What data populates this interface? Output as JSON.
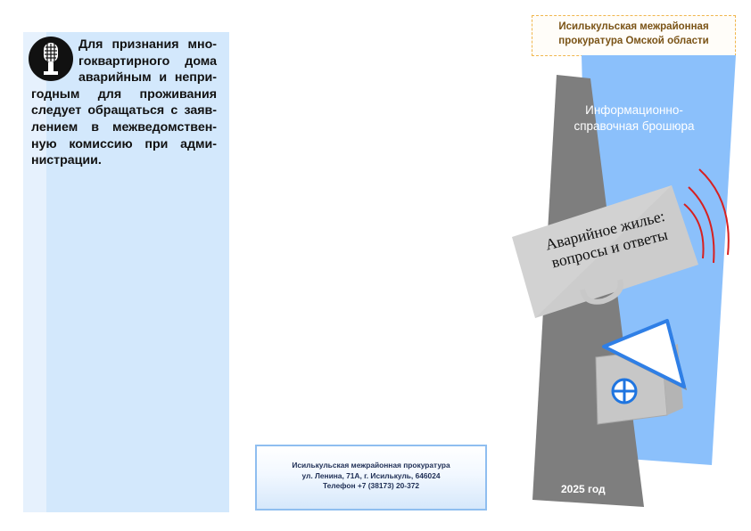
{
  "intro": {
    "lines": [
      "Для признания мно-",
      "гоквартирного дома",
      "аварийным и непри-",
      "годным для проживания",
      "следует обращаться с заяв-",
      "лением в межведомствен-",
      "ную комиссию при адми-",
      "нистрации."
    ]
  },
  "address": {
    "org": "Исилькульская межрайонная прокуратура",
    "street": "ул. Ленина, 71А, г. Исилькуль, 646024",
    "phone": "Телефон +7 (38173) 20-372"
  },
  "cover": {
    "org_line1": "Исилькульская межрайонная",
    "org_line2": "прокуратура Омской области",
    "type_line1": "Информационно-",
    "type_line2": "справочная брошюра",
    "title_line1": "Аварийное  жилье:",
    "title_line2": "вопросы и ответы",
    "year": "2025 год"
  },
  "colors": {
    "left_panel": "#d3e8fc",
    "blue_panel": "#8bc0fb",
    "gray_panel": "#7e7e7e",
    "sound_waves": "#d72020",
    "org_border": "#f0b64d"
  },
  "icons": {
    "intro": "microphone-icon",
    "house": "house-icon",
    "megaphone": "megaphone-icon"
  }
}
